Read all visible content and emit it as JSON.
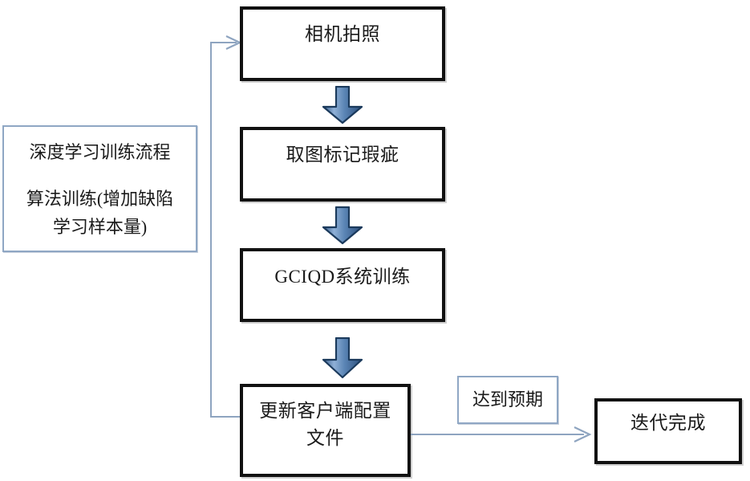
{
  "diagram": {
    "title_note": {
      "line1": "深度学习训练流程",
      "line2": "算法训练(增加缺陷\n学习样本量)"
    },
    "nodes": [
      {
        "id": "camera-capture",
        "label": "相机拍照"
      },
      {
        "id": "mark-defects",
        "label": "取图标记瑕疵"
      },
      {
        "id": "gciqd-training",
        "label": "GCIQD系统训练"
      },
      {
        "id": "update-config",
        "label": "更新客户端配置\n文件"
      },
      {
        "id": "iteration-done",
        "label": "迭代完成"
      }
    ],
    "edge_labels": [
      {
        "id": "meets-expectation",
        "label": "达到预期"
      }
    ],
    "colors": {
      "box_border": "#111111",
      "note_border": "#8fa7c4",
      "connector": "#8ea4c0",
      "arrow_fill_light": "#7aa0cc",
      "arrow_fill_dark": "#2e5a8e",
      "arrow_outline": "#1b3a5c",
      "text": "#1a1a1a",
      "background": "#ffffff"
    },
    "icons": {
      "down_arrow": "down-block-arrow-icon",
      "flow_arrowhead": "thin-arrowhead-icon"
    }
  }
}
